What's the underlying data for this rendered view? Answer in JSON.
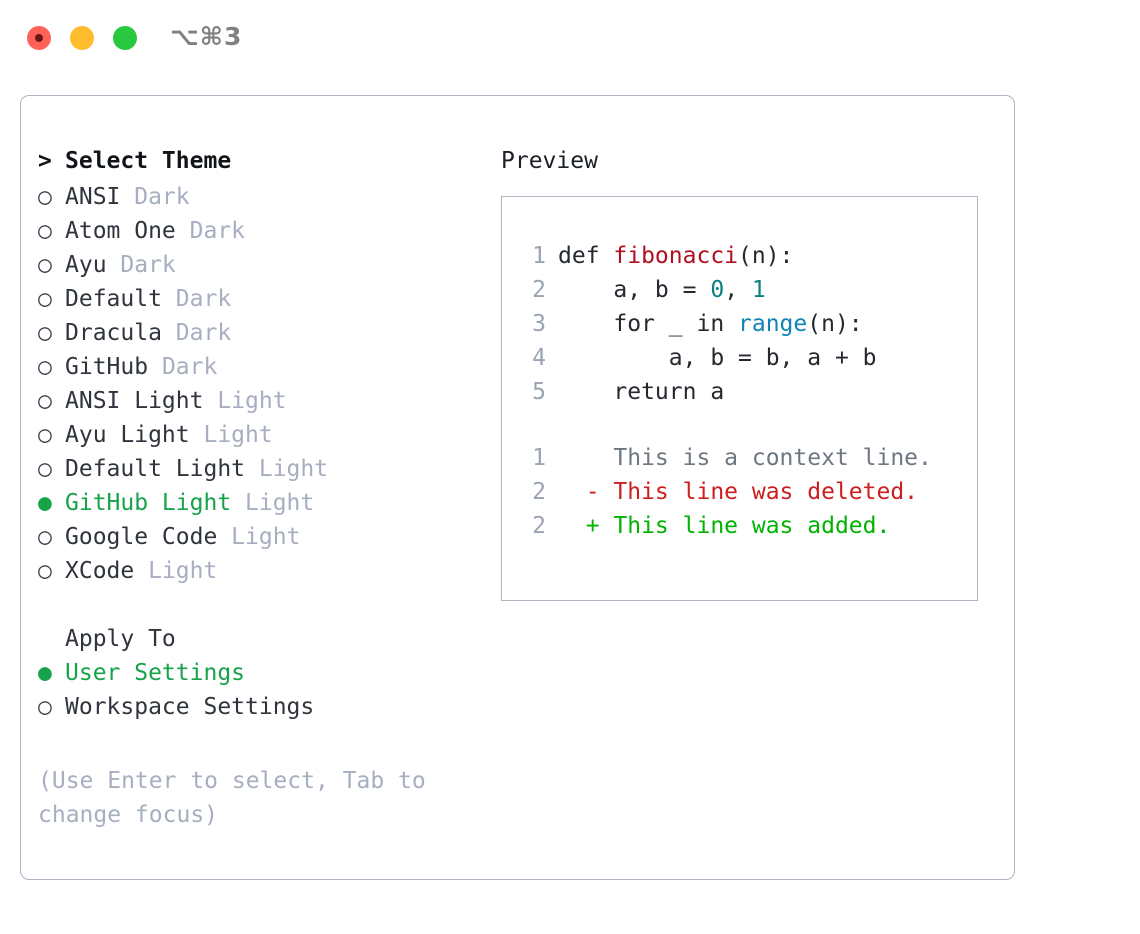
{
  "titlebar": {
    "shortcut": "⌥⌘3",
    "lights": [
      {
        "name": "close",
        "color": "#ff6058"
      },
      {
        "name": "minimize",
        "color": "#ffbd2e"
      },
      {
        "name": "maximize",
        "color": "#28c840"
      }
    ]
  },
  "colors": {
    "border": "#aeb6c4",
    "accent_green": "#16a34a",
    "muted": "#a6aec0",
    "text": "#2f343d",
    "syntax_function": "#b01020",
    "syntax_number": "#0b8080",
    "syntax_builtin": "#0e84b5",
    "diff_added": "#00b300",
    "diff_deleted": "#cc1f1f",
    "diff_context": "#6e7781",
    "line_number": "#9aa3b2"
  },
  "theme_picker": {
    "prompt_marker": ">",
    "title": "Select Theme",
    "marker_selected": "●",
    "marker_unselected": "○",
    "items": [
      {
        "name": "ANSI",
        "tag": "Dark",
        "selected": false
      },
      {
        "name": "Atom One",
        "tag": "Dark",
        "selected": false
      },
      {
        "name": "Ayu",
        "tag": "Dark",
        "selected": false
      },
      {
        "name": "Default",
        "tag": "Dark",
        "selected": false
      },
      {
        "name": "Dracula",
        "tag": "Dark",
        "selected": false
      },
      {
        "name": "GitHub",
        "tag": "Dark",
        "selected": false
      },
      {
        "name": "ANSI Light",
        "tag": "Light",
        "selected": false
      },
      {
        "name": "Ayu Light",
        "tag": "Light",
        "selected": false
      },
      {
        "name": "Default Light",
        "tag": "Light",
        "selected": false
      },
      {
        "name": "GitHub Light",
        "tag": "Light",
        "selected": true
      },
      {
        "name": "Google Code",
        "tag": "Light",
        "selected": false
      },
      {
        "name": "XCode",
        "tag": "Light",
        "selected": false
      }
    ]
  },
  "apply_to": {
    "title": "Apply To",
    "options": [
      {
        "label": "User Settings",
        "selected": true
      },
      {
        "label": "Workspace Settings",
        "selected": false
      }
    ]
  },
  "help_text": "(Use Enter to select, Tab to change focus)",
  "preview": {
    "title": "Preview",
    "code_lines": [
      {
        "num": "1",
        "segments": [
          {
            "t": "def ",
            "c": "plain"
          },
          {
            "t": "fibonacci",
            "c": "fn"
          },
          {
            "t": "(n):",
            "c": "plain"
          }
        ]
      },
      {
        "num": "2",
        "segments": [
          {
            "t": "    a, b = ",
            "c": "plain"
          },
          {
            "t": "0",
            "c": "num"
          },
          {
            "t": ", ",
            "c": "plain"
          },
          {
            "t": "1",
            "c": "num"
          }
        ]
      },
      {
        "num": "3",
        "segments": [
          {
            "t": "    for _ in ",
            "c": "plain"
          },
          {
            "t": "range",
            "c": "builtin"
          },
          {
            "t": "(n):",
            "c": "plain"
          }
        ]
      },
      {
        "num": "4",
        "segments": [
          {
            "t": "        a, b = b, a + b",
            "c": "plain"
          }
        ]
      },
      {
        "num": "5",
        "segments": [
          {
            "t": "    return a",
            "c": "plain"
          }
        ]
      }
    ],
    "diff_lines": [
      {
        "num": "1",
        "sign": " ",
        "text": "This is a context line.",
        "kind": "ctx"
      },
      {
        "num": "2",
        "sign": "-",
        "text": "This line was deleted.",
        "kind": "del"
      },
      {
        "num": "2",
        "sign": "+",
        "text": "This line was added.",
        "kind": "add"
      }
    ]
  }
}
